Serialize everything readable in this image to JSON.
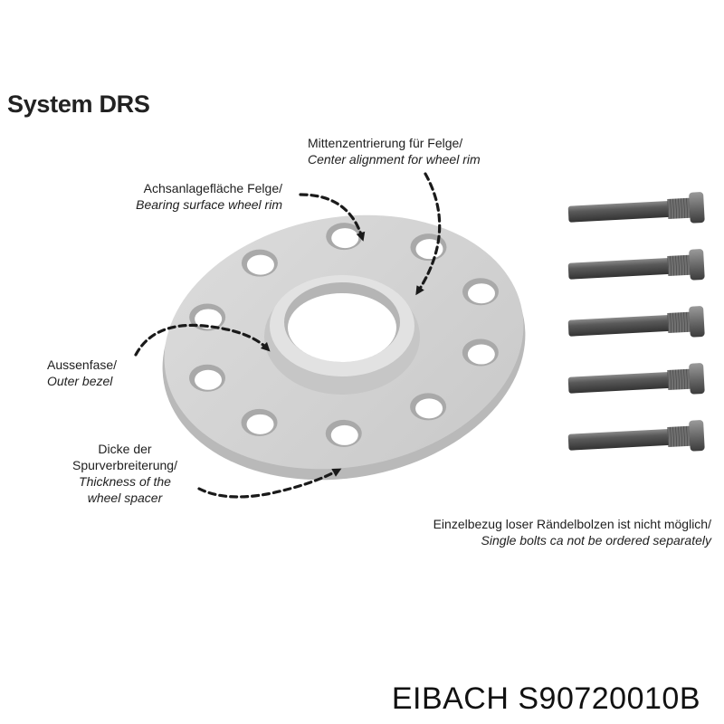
{
  "title": "System DRS",
  "labels": {
    "center_alignment": {
      "de": "Mittenzentrierung für Felge/",
      "en": "Center alignment for wheel rim"
    },
    "bearing_surface": {
      "de": "Achsanlagefläche Felge/",
      "en": "Bearing surface wheel rim"
    },
    "outer_bezel": {
      "de": "Aussenfase/",
      "en": "Outer bezel"
    },
    "thickness": {
      "de1": "Dicke der",
      "de2": "Spurverbreiterung/",
      "en1": "Thickness of the",
      "en2": "wheel spacer"
    },
    "bolts_note": {
      "de": "Einzelbezug loser Rändelbolzen ist nicht möglich/",
      "en": "Single bolts ca not be ordered separately"
    }
  },
  "footer": "EIBACH S90720010B",
  "bolt_count": 5,
  "spacer_hole_count": 10,
  "colors": {
    "spacer": "#d4d4d4",
    "spacer_edge": "#b8b8b8",
    "bolt": "#4f4f4f",
    "arrow": "#1a1a1a"
  }
}
